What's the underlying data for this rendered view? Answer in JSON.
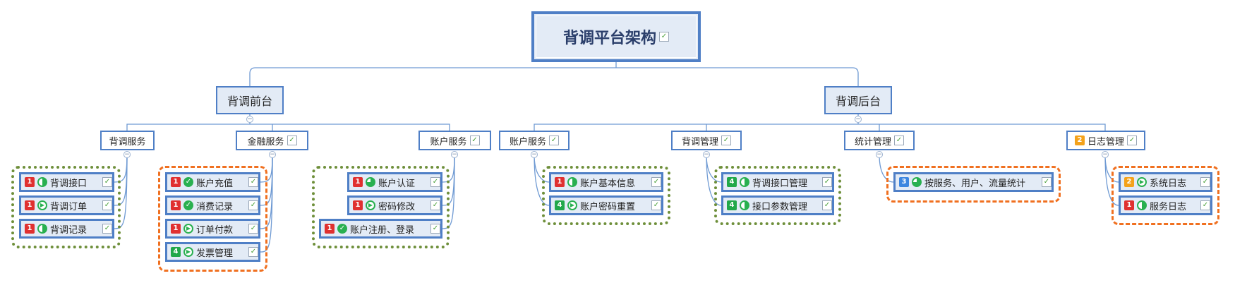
{
  "colors": {
    "line": "#6f9ad3",
    "node_border": "#4f7fc6",
    "node_fill": "#e3ebf6",
    "priority_red": "#e03030",
    "priority_green": "#22a84a",
    "priority_orange": "#f4a21b",
    "priority_blue": "#3d86e0",
    "progress_green": "#29b050",
    "boundary_green": "#6e8f3a",
    "boundary_orange": "#f07020"
  },
  "icons": {
    "task": "task-check-icon",
    "collapse": "collapse-minus-icon"
  },
  "root": {
    "title": "背调平台架构"
  },
  "frontend": {
    "title": "背调前台",
    "groups": [
      {
        "title": "背调服务",
        "items": [
          {
            "label": "背调接口",
            "priority": "1",
            "progress": "half"
          },
          {
            "label": "背调订单",
            "priority": "1",
            "progress": "start"
          },
          {
            "label": "背调记录",
            "priority": "1",
            "progress": "half"
          }
        ]
      },
      {
        "title": "金融服务",
        "items": [
          {
            "label": "账户充值",
            "priority": "1",
            "progress": "done"
          },
          {
            "label": "消费记录",
            "priority": "1",
            "progress": "done"
          },
          {
            "label": "订单付款",
            "priority": "1",
            "progress": "start"
          },
          {
            "label": "发票管理",
            "priority": "4",
            "progress": "start"
          }
        ]
      },
      {
        "title": "账户服务",
        "items": [
          {
            "label": "账户认证",
            "priority": "1",
            "progress": "3q"
          },
          {
            "label": "密码修改",
            "priority": "1",
            "progress": "start"
          },
          {
            "label": "账户注册、登录",
            "priority": "1",
            "progress": "done"
          }
        ]
      }
    ]
  },
  "backend": {
    "title": "背调后台",
    "groups": [
      {
        "title": "账户服务",
        "items": [
          {
            "label": "账户基本信息",
            "priority": "1",
            "progress": "half"
          },
          {
            "label": "账户密码重置",
            "priority": "4",
            "progress": "start"
          }
        ]
      },
      {
        "title": "背调管理",
        "items": [
          {
            "label": "背调接口管理",
            "priority": "4",
            "progress": "half"
          },
          {
            "label": "接口参数管理",
            "priority": "4",
            "progress": "half"
          }
        ]
      },
      {
        "title": "统计管理",
        "items": [
          {
            "label": "按服务、用户、流量统计",
            "priority": "3",
            "progress": "3q"
          }
        ]
      },
      {
        "title": "日志管理",
        "priority": "2",
        "items": [
          {
            "label": "系统日志",
            "priority": "2",
            "progress": "start"
          },
          {
            "label": "服务日志",
            "priority": "1",
            "progress": "half"
          }
        ]
      }
    ]
  }
}
